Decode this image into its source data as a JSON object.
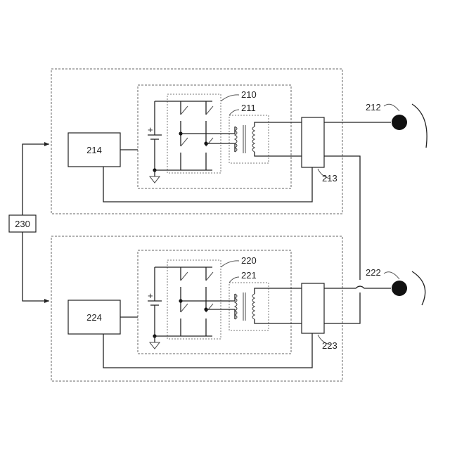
{
  "controller": {
    "label": "230"
  },
  "channels": [
    {
      "control_unit": "214",
      "inverter": "210",
      "transformer": "211",
      "sensor": "213",
      "electrode": "212"
    },
    {
      "control_unit": "224",
      "inverter": "220",
      "transformer": "221",
      "sensor": "223",
      "electrode": "222"
    }
  ]
}
